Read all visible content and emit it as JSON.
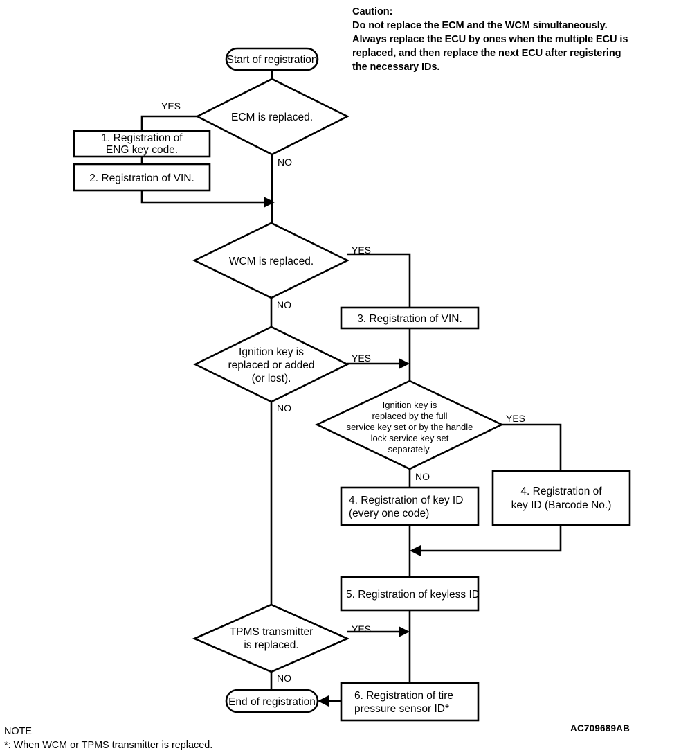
{
  "diagram": {
    "reference_code": "AC709689AB",
    "caution": {
      "heading": "Caution:",
      "lines": [
        "Do not replace the ECM and the WCM simultaneously.",
        "Always replace the ECU by ones when the multiple ECU is",
        "replaced, and then replace the next ECU after registering",
        "the necessary IDs."
      ]
    },
    "note": {
      "heading": "NOTE",
      "text": "*: When WCM or TPMS transmitter is replaced."
    },
    "nodes": {
      "start": {
        "label": "Start of registration",
        "shape": "terminator"
      },
      "end": {
        "label": "End of registration",
        "shape": "terminator"
      },
      "d_ecm": {
        "label": "ECM is replaced.",
        "shape": "decision"
      },
      "d_wcm": {
        "label": "WCM is replaced.",
        "shape": "decision"
      },
      "d_ignition": {
        "lines": [
          "Ignition key is",
          "replaced or added",
          "(or lost)."
        ],
        "shape": "decision"
      },
      "d_service_key": {
        "lines": [
          "Ignition key is",
          "replaced by the full",
          "service key set or by the handle",
          "lock service key set",
          "separately."
        ],
        "shape": "decision"
      },
      "d_tpms": {
        "lines": [
          "TPMS transmitter",
          "is replaced."
        ],
        "shape": "decision"
      },
      "p1": {
        "lines": [
          "1. Registration of",
          "ENG key code."
        ],
        "shape": "process"
      },
      "p2": {
        "lines": [
          "2. Registration of VIN."
        ],
        "shape": "process"
      },
      "p3": {
        "lines": [
          "3. Registration of VIN."
        ],
        "shape": "process"
      },
      "p4a": {
        "lines": [
          "4. Registration of key ID",
          "(every one code)"
        ],
        "shape": "process"
      },
      "p4b": {
        "lines": [
          "4. Registration of",
          "key ID (Barcode No.)"
        ],
        "shape": "process"
      },
      "p5": {
        "lines": [
          "5. Registration of keyless ID"
        ],
        "shape": "process"
      },
      "p6": {
        "lines": [
          "6. Registration of tire",
          "pressure sensor ID*"
        ],
        "shape": "process"
      }
    },
    "edge_labels": {
      "ecm_yes": "YES",
      "ecm_no": "NO",
      "wcm_yes": "YES",
      "wcm_no": "NO",
      "ignition_yes": "YES",
      "ignition_no": "NO",
      "service_yes": "YES",
      "service_no": "NO",
      "tpms_yes": "YES",
      "tpms_no": "NO"
    },
    "colors": {
      "stroke": "#000000",
      "fill": "#ffffff",
      "text": "#000000"
    }
  }
}
